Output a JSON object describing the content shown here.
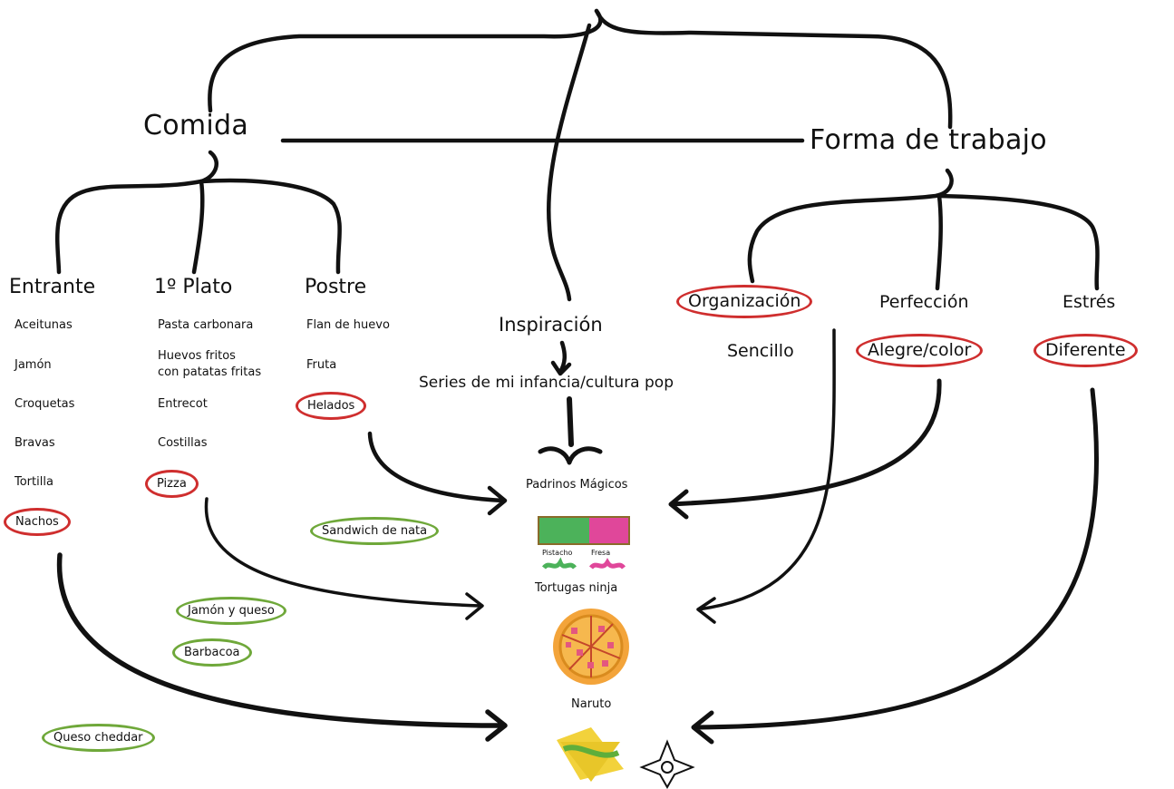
{
  "title_food": "Comida",
  "title_work": "Forma de trabajo",
  "inspiration": "Inspiración",
  "inspiration_sub": "Series de mi infancia/cultura pop",
  "categories": {
    "entrante": "Entrante",
    "plato": "1º Plato",
    "postre": "Postre"
  },
  "entrante_items": [
    "Aceitunas",
    "Jamón",
    "Croquetas",
    "Bravas",
    "Tortilla",
    "Nachos"
  ],
  "plato_items": [
    "Pasta carbonara",
    "Huevos fritos",
    "con patatas fritas",
    "Entrecot",
    "Costillas",
    "Pizza"
  ],
  "postre_items": [
    "Flan de huevo",
    "Fruta",
    "Helados"
  ],
  "extras": [
    "Sandwich de nata",
    "Jamón y queso",
    "Barbacoa",
    "Queso cheddar"
  ],
  "work_items": [
    "Organización",
    "Perfección",
    "Estrés",
    "Sencillo",
    "Alegre/color",
    "Diferente"
  ],
  "shows": [
    "Padrinos Mágicos",
    "Tortugas ninja",
    "Naruto"
  ],
  "flavors": [
    "Pistacho",
    "Fresa"
  ],
  "colors": {
    "red_circle": "#cf2e2e",
    "green_circle": "#6fa83a",
    "pistachio": "#4cb25a",
    "strawberry": "#e0479a",
    "pizza": "#f3a43a",
    "cheese": "#f2d23b"
  }
}
